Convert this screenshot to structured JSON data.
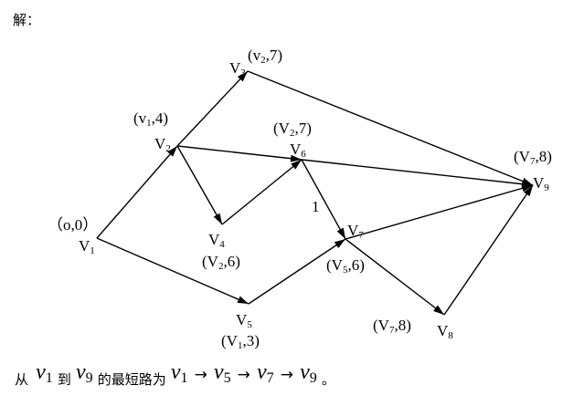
{
  "heading": "解：",
  "nodes": [
    {
      "id": "v1",
      "letter": "V",
      "sub": "1",
      "label_prefix": "（o,0）",
      "label_sub": "",
      "label_suffix": ""
    },
    {
      "id": "v2",
      "letter": "V",
      "sub": "2",
      "label_prefix": "(v",
      "label_sub": "1",
      "label_suffix": ",4)"
    },
    {
      "id": "v3",
      "letter": "V",
      "sub": "3",
      "label_prefix": "(v",
      "label_sub": "2",
      "label_suffix": ",7)"
    },
    {
      "id": "v4",
      "letter": "V",
      "sub": "4",
      "label_prefix": "(V",
      "label_sub": "2",
      "label_suffix": ",6)"
    },
    {
      "id": "v5",
      "letter": "V",
      "sub": "5",
      "label_prefix": "(V",
      "label_sub": "1",
      "label_suffix": ",3)"
    },
    {
      "id": "v6",
      "letter": "V",
      "sub": "6",
      "label_prefix": "(V",
      "label_sub": "2",
      "label_suffix": ",7)"
    },
    {
      "id": "v7",
      "letter": "V",
      "sub": "7",
      "label_prefix": "(V",
      "label_sub": "5",
      "label_suffix": ",6)"
    },
    {
      "id": "v8",
      "letter": "V",
      "sub": "8",
      "label_prefix": "(V",
      "label_sub": "7",
      "label_suffix": ",8)"
    },
    {
      "id": "v9",
      "letter": "V",
      "sub": "9",
      "label_prefix": "(V",
      "label_sub": "7",
      "label_suffix": ",8)"
    }
  ],
  "edges": [
    {
      "from": "v1",
      "to": "v2"
    },
    {
      "from": "v1",
      "to": "v5"
    },
    {
      "from": "v2",
      "to": "v3"
    },
    {
      "from": "v2",
      "to": "v6"
    },
    {
      "from": "v2",
      "to": "v4"
    },
    {
      "from": "v4",
      "to": "v6"
    },
    {
      "from": "v6",
      "to": "v7",
      "weight": "1"
    },
    {
      "from": "v5",
      "to": "v7"
    },
    {
      "from": "v7",
      "to": "v9"
    },
    {
      "from": "v7",
      "to": "v8"
    },
    {
      "from": "v8",
      "to": "v9"
    },
    {
      "from": "v3",
      "to": "v9"
    },
    {
      "from": "v6",
      "to": "v9"
    }
  ],
  "conclusion": {
    "t1": "从",
    "t2": "到",
    "t3": "的最短路为",
    "end": "。",
    "v": "v",
    "arrow": "→",
    "from_sub": "1",
    "to_sub": "9",
    "path_subs": [
      "1",
      "5",
      "7",
      "9"
    ]
  }
}
